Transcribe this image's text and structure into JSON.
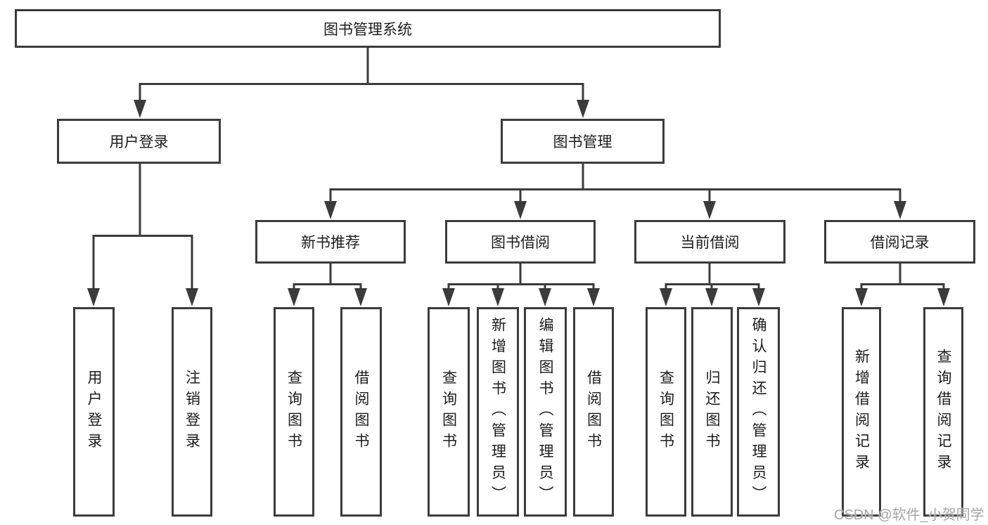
{
  "nodes": {
    "root": "图书管理系统",
    "l2_user_login": "用户登录",
    "l2_book_mgmt": "图书管理",
    "l3_new_book_recommend": "新书推荐",
    "l3_book_borrowing": "图书借阅",
    "l3_current_borrowing": "当前借阅",
    "l3_borrowing_records": "借阅记录",
    "leaf_user_login": "用户登录",
    "leaf_logout": "注销登录",
    "leaf_query_books_1": "查询图书",
    "leaf_borrow_books_1": "借阅图书",
    "leaf_query_books_2": "查询图书",
    "leaf_add_book_admin": "新增图书（管理员）",
    "leaf_edit_book_admin": "编辑图书（管理员）",
    "leaf_borrow_books_2": "借阅图书",
    "leaf_query_books_3": "查询图书",
    "leaf_return_book": "归还图书",
    "leaf_confirm_return_admin": "确认归还（管理员）",
    "leaf_add_borrow_record": "新增借阅记录",
    "leaf_query_borrow_record": "查询借阅记录"
  },
  "watermark": "CSDN @软件_小贺同学",
  "colors": {
    "line": "#3b3b3b",
    "box_border": "#3b3b3b",
    "text": "#1c1c1c",
    "watermark": "#a6a6a6",
    "background": "#ffffff"
  }
}
